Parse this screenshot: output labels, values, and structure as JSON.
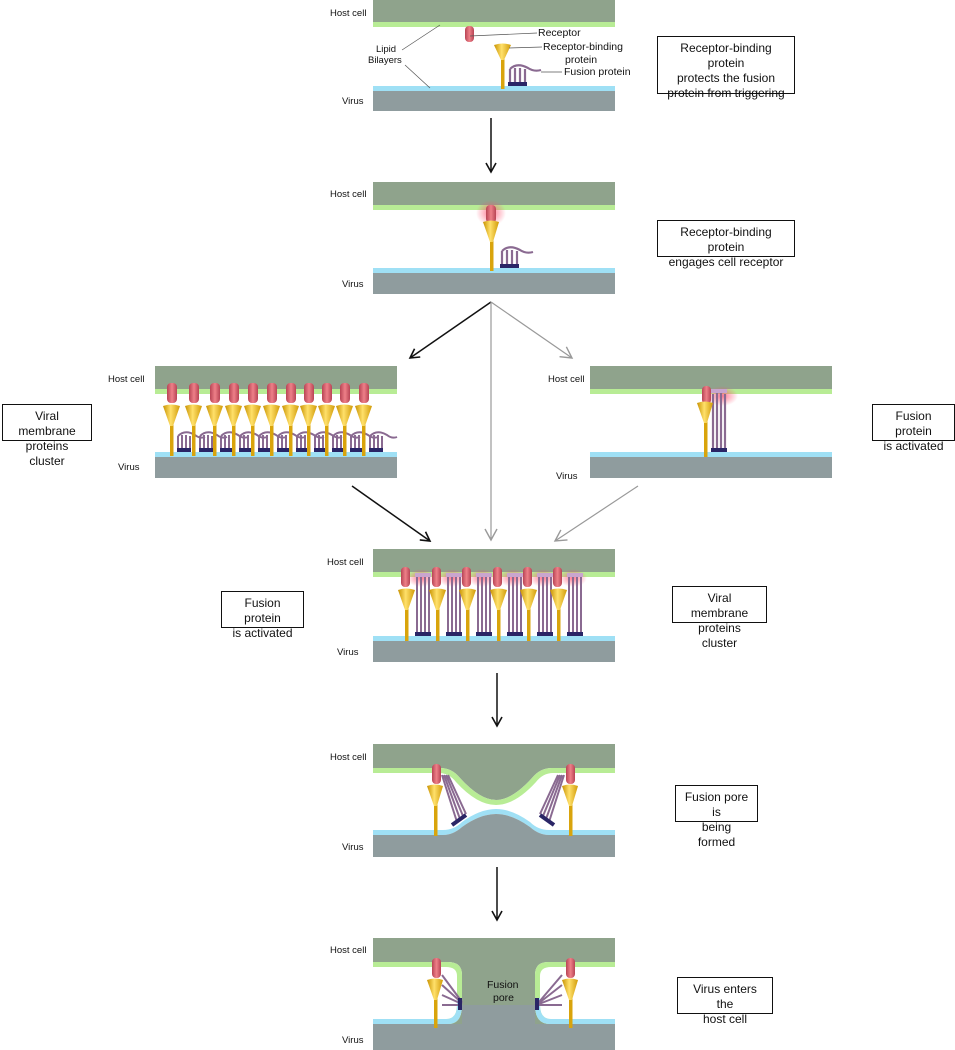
{
  "labels": {
    "host_cell": "Host cell",
    "virus": "Virus",
    "receptor": "Receptor",
    "receptor_binding_protein": "Receptor-binding\nprotein",
    "fusion_protein": "Fusion protein",
    "lipid_bilayers": "Lipid\nBilayers",
    "fusion_pore": "Fusion\npore"
  },
  "steps": {
    "s1": "Receptor-binding protein\nprotects the fusion\nprotein from triggering",
    "s2": "Receptor-binding protein\nengages cell receptor",
    "s3_left": "Viral membrane\nproteins cluster",
    "s3_right": "Fusion protein\nis activated",
    "s4_left": "Fusion protein\nis activated",
    "s4_right": "Viral membrane\nproteins cluster",
    "s5": "Fusion pore is\nbeing formed",
    "s6": "Virus enters the\nhost cell"
  },
  "colors": {
    "host_cell": "#8fa38c",
    "host_bilayer": "#b8ec95",
    "virus": "#8f9c9e",
    "virus_bilayer": "#9fe0f5",
    "receptor": "#d86370",
    "binding_protein": "#f2c12e",
    "fusion_protein": "#8a6a91",
    "anchor": "#2a2566"
  }
}
